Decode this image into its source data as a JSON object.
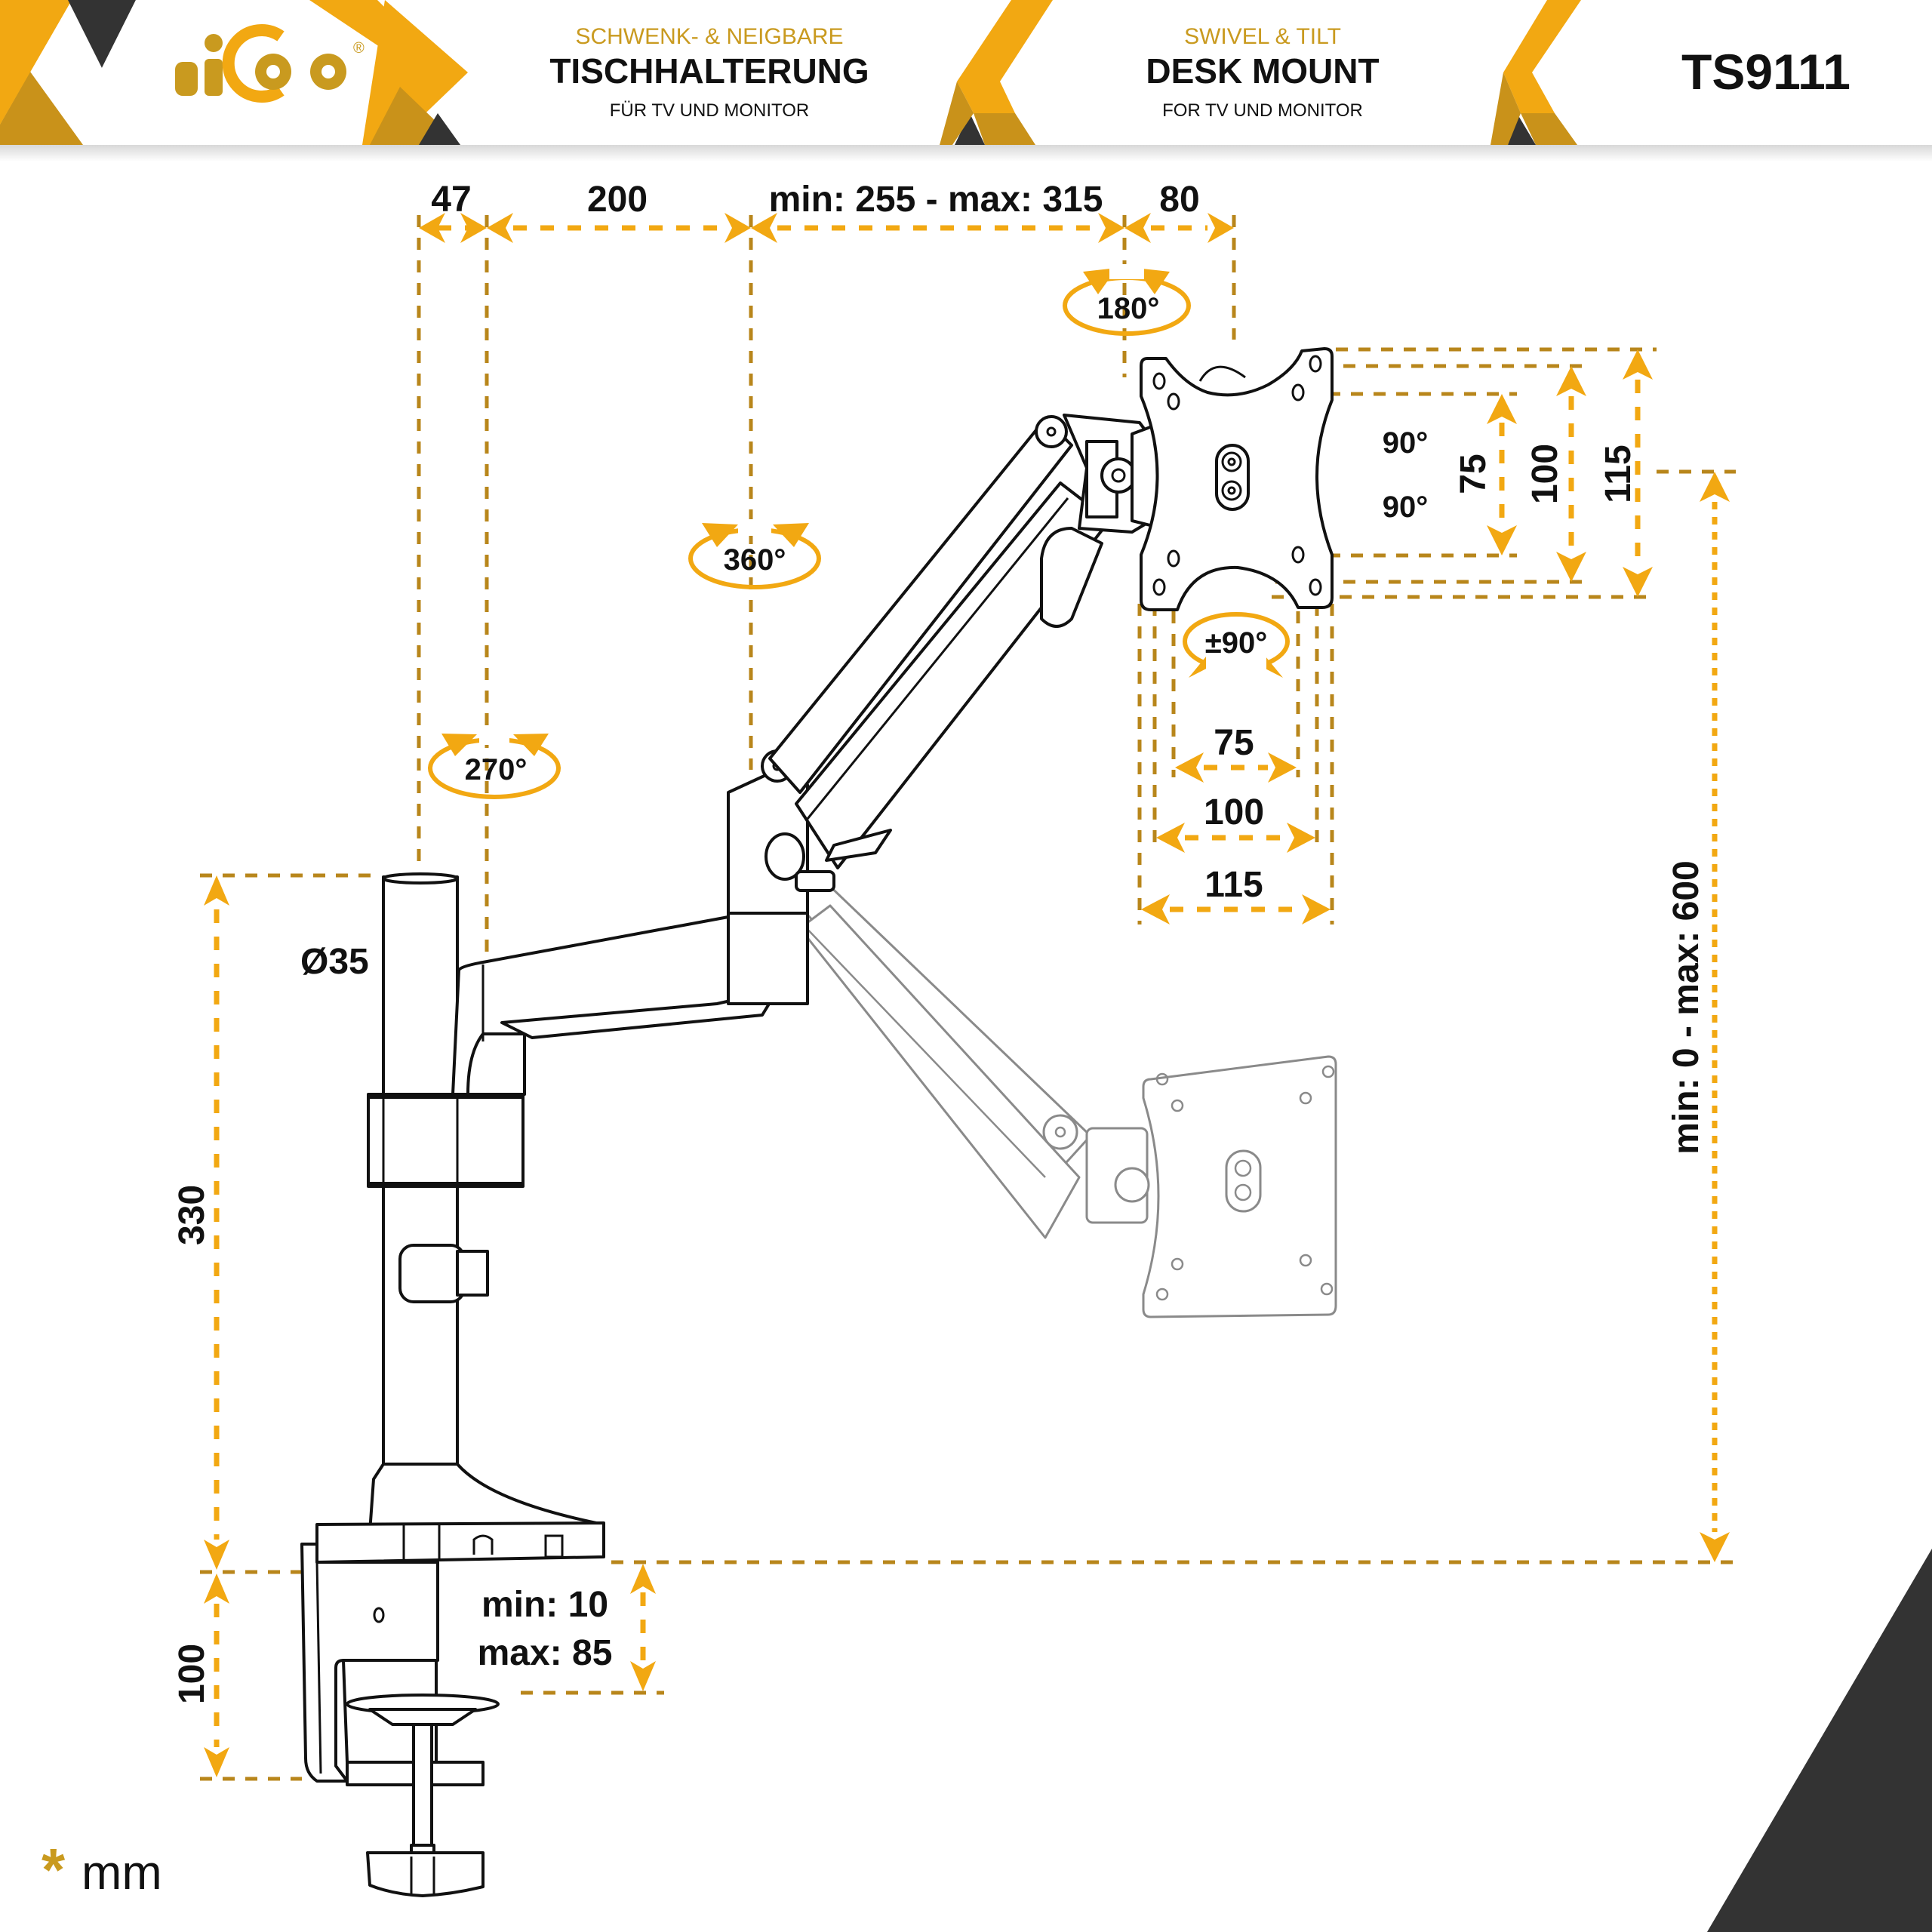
{
  "header": {
    "brand": "ricoo",
    "registered_mark": "®",
    "german": {
      "subtitle": "SCHWENK- & NEIGBARE",
      "title": "TISCHHALTERUNG",
      "caption": "FÜR TV UND MONITOR"
    },
    "english": {
      "subtitle": "SWIVEL & TILT",
      "title": "DESK MOUNT",
      "caption": "FOR TV UND MONITOR"
    },
    "model": "TS9111"
  },
  "colors": {
    "accent": "#f2a812",
    "accent_dark": "#c99a1f",
    "dark": "#333333",
    "ink": "#111111"
  },
  "dimensions": {
    "top": {
      "d1": "47",
      "d2": "200",
      "d3": "min: 255 - max: 315",
      "d4": "80"
    },
    "pole_diameter": "Ø35",
    "pole_height": "330",
    "clamp_height": "100",
    "desk_thickness_min": "min: 10",
    "desk_thickness_max": "max: 85",
    "height_range": "min: 0 - max: 600",
    "vesa_vertical": [
      "75",
      "100",
      "115"
    ],
    "vesa_horizontal": [
      "75",
      "100",
      "115"
    ]
  },
  "rotations": {
    "pole": "270°",
    "elbow": "360°",
    "head_swivel": "180°",
    "tilt_up": "90°",
    "tilt_down": "90°",
    "rotate": "±90°"
  },
  "units": {
    "marker": "*",
    "label": "mm"
  }
}
